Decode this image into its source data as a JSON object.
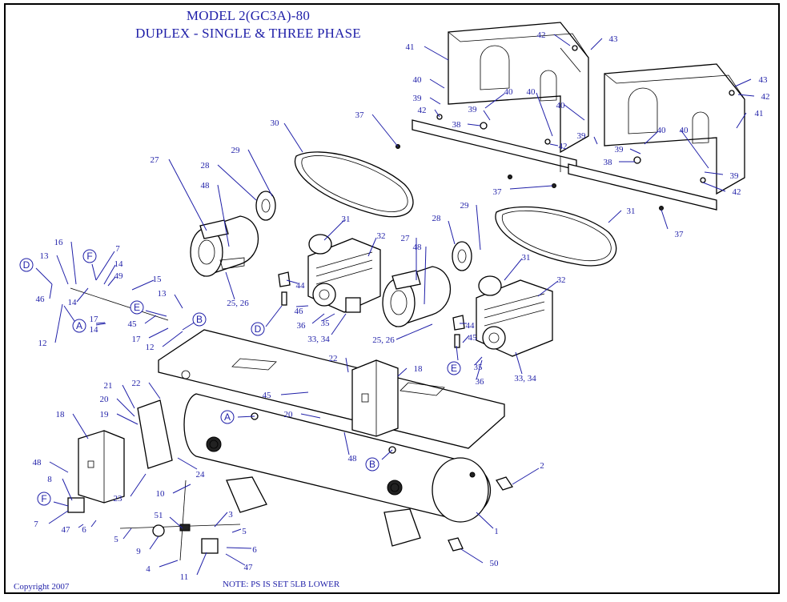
{
  "title": {
    "line1": "MODEL 2(GC3A)-80",
    "line2": "DUPLEX - SINGLE & THREE PHASE"
  },
  "footer": {
    "copyright": "Copyright 2007",
    "note": "NOTE: PS IS SET 5LB LOWER"
  },
  "callouts": [
    {
      "text": "41"
    },
    {
      "text": "42"
    },
    {
      "text": "43"
    },
    {
      "text": "40"
    },
    {
      "text": "39"
    },
    {
      "text": "42"
    },
    {
      "text": "40"
    },
    {
      "text": "39"
    },
    {
      "text": "38"
    },
    {
      "text": "40"
    },
    {
      "text": "37"
    },
    {
      "text": "43"
    },
    {
      "text": "42"
    },
    {
      "text": "41"
    },
    {
      "text": "40"
    },
    {
      "text": "39"
    },
    {
      "text": "42"
    },
    {
      "text": "40"
    },
    {
      "text": "39"
    },
    {
      "text": "38"
    },
    {
      "text": "39"
    },
    {
      "text": "42"
    },
    {
      "text": "40"
    },
    {
      "text": "37"
    },
    {
      "text": "37"
    },
    {
      "text": "30"
    },
    {
      "text": "27"
    },
    {
      "text": "28"
    },
    {
      "text": "29"
    },
    {
      "text": "48"
    },
    {
      "text": "31"
    },
    {
      "text": "32"
    },
    {
      "text": "44"
    },
    {
      "text": "46"
    },
    {
      "text": "36"
    },
    {
      "text": "35"
    },
    {
      "text": "33, 34"
    },
    {
      "text": "25, 26"
    },
    {
      "text": "28"
    },
    {
      "text": "29"
    },
    {
      "text": "31"
    },
    {
      "text": "27"
    },
    {
      "text": "48"
    },
    {
      "text": "31"
    },
    {
      "text": "32"
    },
    {
      "text": "44"
    },
    {
      "text": "45"
    },
    {
      "text": "35"
    },
    {
      "text": "36"
    },
    {
      "text": "33, 34"
    },
    {
      "text": "25, 26"
    },
    {
      "text": "16"
    },
    {
      "text": "7"
    },
    {
      "text": "13"
    },
    {
      "text": "14"
    },
    {
      "text": "49"
    },
    {
      "text": "15"
    },
    {
      "text": "46"
    },
    {
      "text": "14"
    },
    {
      "text": "13"
    },
    {
      "text": "17"
    },
    {
      "text": "45"
    },
    {
      "text": "14"
    },
    {
      "text": "17"
    },
    {
      "text": "12"
    },
    {
      "text": "12"
    },
    {
      "text": "22"
    },
    {
      "text": "18"
    },
    {
      "text": "45"
    },
    {
      "text": "20"
    },
    {
      "text": "48"
    },
    {
      "text": "21"
    },
    {
      "text": "22"
    },
    {
      "text": "20"
    },
    {
      "text": "19"
    },
    {
      "text": "18"
    },
    {
      "text": "24"
    },
    {
      "text": "23"
    },
    {
      "text": "48"
    },
    {
      "text": "8"
    },
    {
      "text": "10"
    },
    {
      "text": "2"
    },
    {
      "text": "7"
    },
    {
      "text": "47"
    },
    {
      "text": "6"
    },
    {
      "text": "5"
    },
    {
      "text": "51"
    },
    {
      "text": "3"
    },
    {
      "text": "5"
    },
    {
      "text": "9"
    },
    {
      "text": "1"
    },
    {
      "text": "6"
    },
    {
      "text": "4"
    },
    {
      "text": "11"
    },
    {
      "text": "47"
    },
    {
      "text": "50"
    }
  ],
  "connectors": [
    {
      "text": "D"
    },
    {
      "text": "F"
    },
    {
      "text": "E"
    },
    {
      "text": "A"
    },
    {
      "text": "B"
    },
    {
      "text": "D"
    },
    {
      "text": "E"
    },
    {
      "text": "A"
    },
    {
      "text": "B"
    },
    {
      "text": "F"
    }
  ]
}
